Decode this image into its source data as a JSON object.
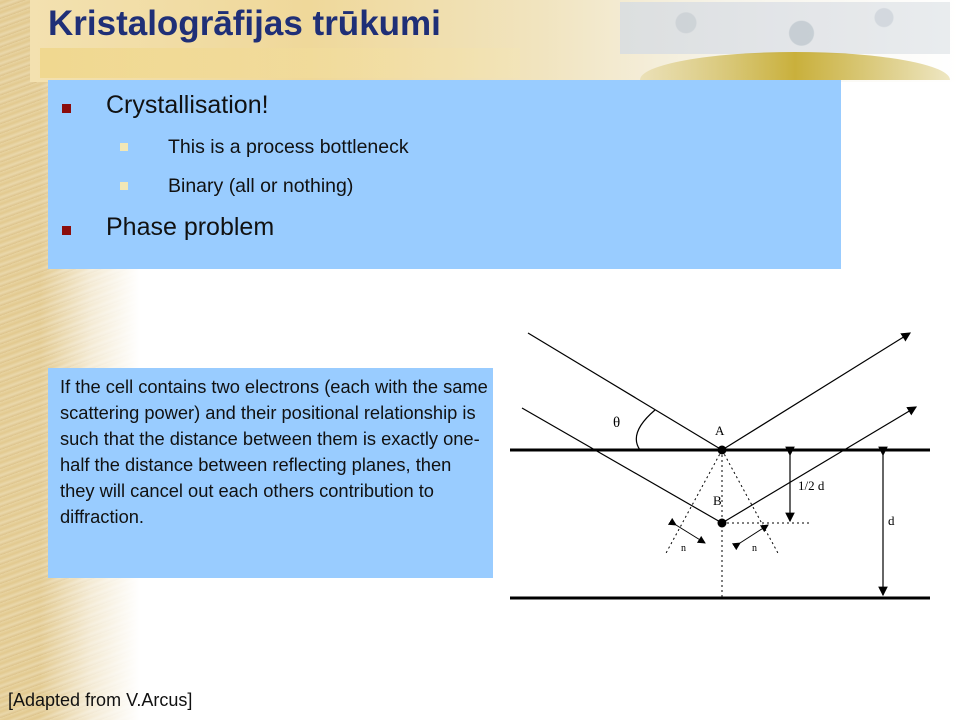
{
  "slide": {
    "title": "Kristalogrāfijas trūkumi",
    "bullets": {
      "b1": "Crystallisation!",
      "b1_sub1": "This is a process bottleneck",
      "b1_sub2": "Binary (all or nothing)",
      "b2": "Phase problem"
    },
    "paragraph": "If the cell contains two electrons (each with the same scattering power) and their positional relationship is such that the distance between them is exactly one-half the distance between reflecting planes, then they will cancel out each others contribution to diffraction.",
    "credit": "[Adapted from V.Arcus]"
  },
  "diagram": {
    "theta_label": "θ",
    "point_a_label": "A",
    "point_b_label": "B",
    "half_d_label": "1/2 d",
    "d_label": "d",
    "n_left_label": "n",
    "n_right_label": "n"
  },
  "colors": {
    "title": "#1f2f77",
    "box_fill": "#99ccff",
    "bullet_primary": "#8b0d0d",
    "bullet_secondary": "#f2e7b6"
  }
}
